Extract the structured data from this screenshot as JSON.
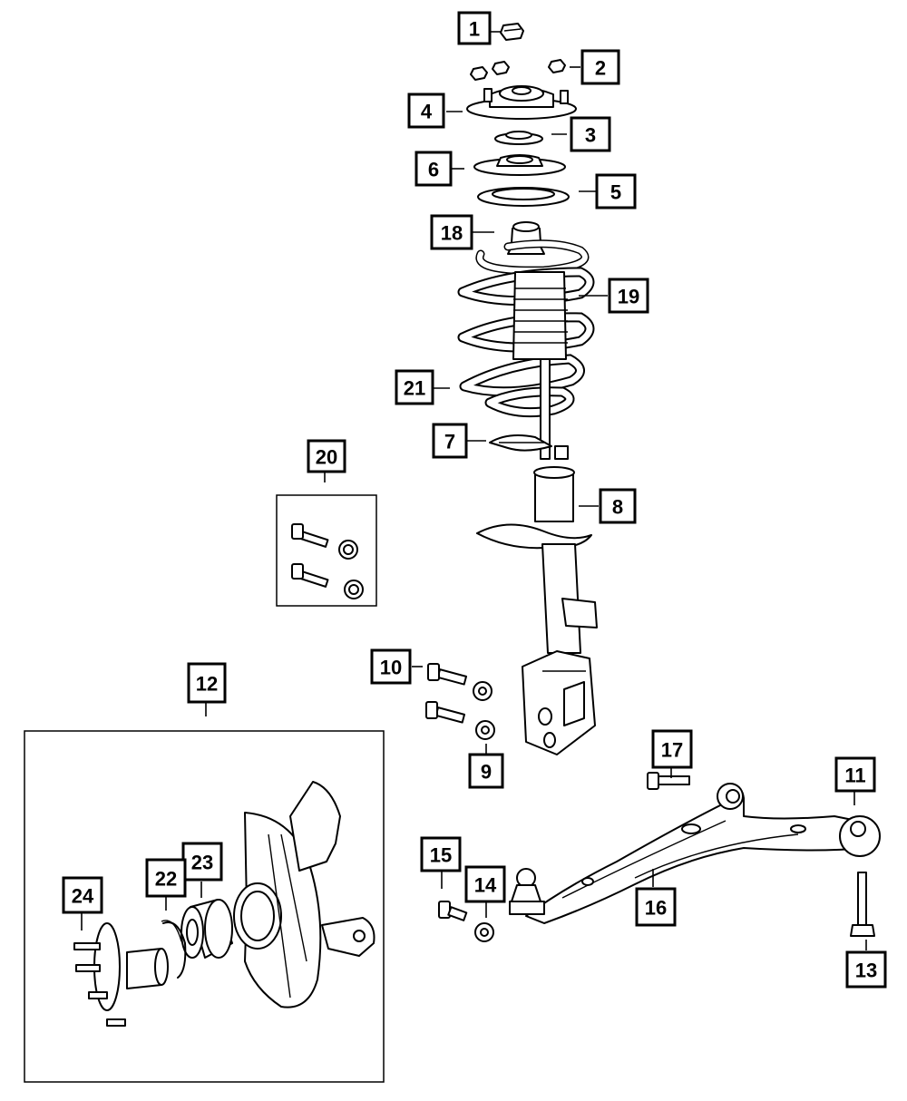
{
  "diagram": {
    "callouts": {
      "c1": "1",
      "c2": "2",
      "c3": "3",
      "c4": "4",
      "c5": "5",
      "c6": "6",
      "c7": "7",
      "c8": "8",
      "c9": "9",
      "c10": "10",
      "c11": "11",
      "c12": "12",
      "c13": "13",
      "c14": "14",
      "c15": "15",
      "c16": "16",
      "c17": "17",
      "c18": "18",
      "c19": "19",
      "c20": "20",
      "c21": "21",
      "c22": "22",
      "c23": "23",
      "c24": "24"
    },
    "colors": {
      "line": "#000000",
      "background": "#ffffff"
    }
  }
}
